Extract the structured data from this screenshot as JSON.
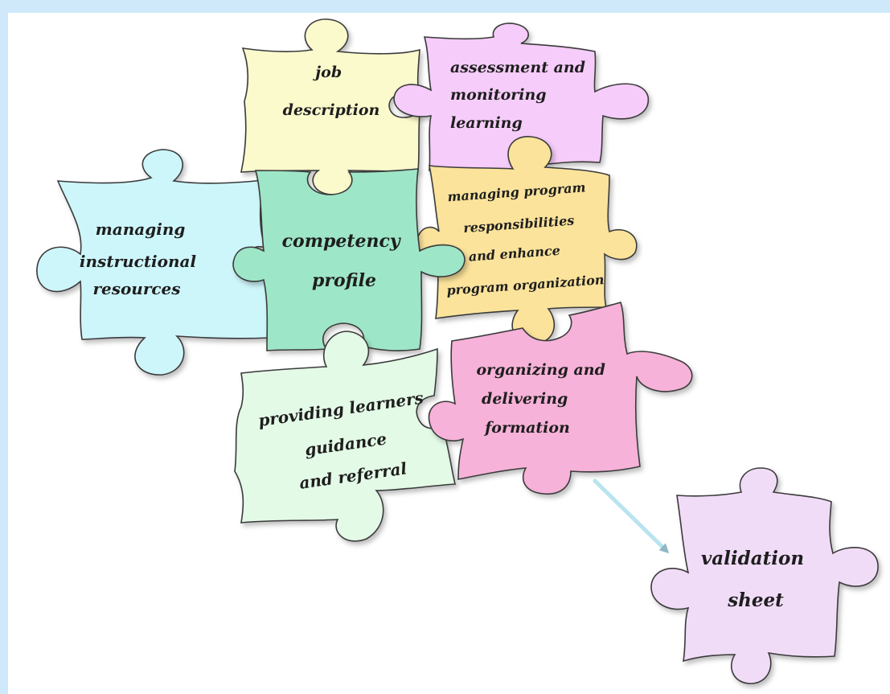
{
  "pieces": {
    "job_description": {
      "lines": [
        "job",
        "description"
      ],
      "color": "#fbfacd"
    },
    "assessment": {
      "lines": [
        "assessment and",
        "monitoring",
        "learning"
      ],
      "color": "#f6ccfa"
    },
    "managing_resources": {
      "lines": [
        "managing",
        "instructional",
        "resources"
      ],
      "color": "#cdf6fb"
    },
    "competency_profile": {
      "lines": [
        "competency",
        "profile"
      ],
      "color": "#9ee6c8"
    },
    "managing_program": {
      "lines": [
        "managing program",
        "responsibilities",
        "and  enhance",
        "program organization"
      ],
      "color": "#fbe39b"
    },
    "providing_learners": {
      "lines": [
        "providing learners",
        "guidance",
        "and referral"
      ],
      "color": "#e3fae6"
    },
    "organizing": {
      "lines": [
        "organizing and",
        "delivering",
        "formation"
      ],
      "color": "#f6b2d8"
    },
    "validation_sheet": {
      "lines": [
        "validation",
        "sheet"
      ],
      "color": "#f1dcf8"
    }
  },
  "arrow": {
    "color": "#b9e3ef"
  }
}
